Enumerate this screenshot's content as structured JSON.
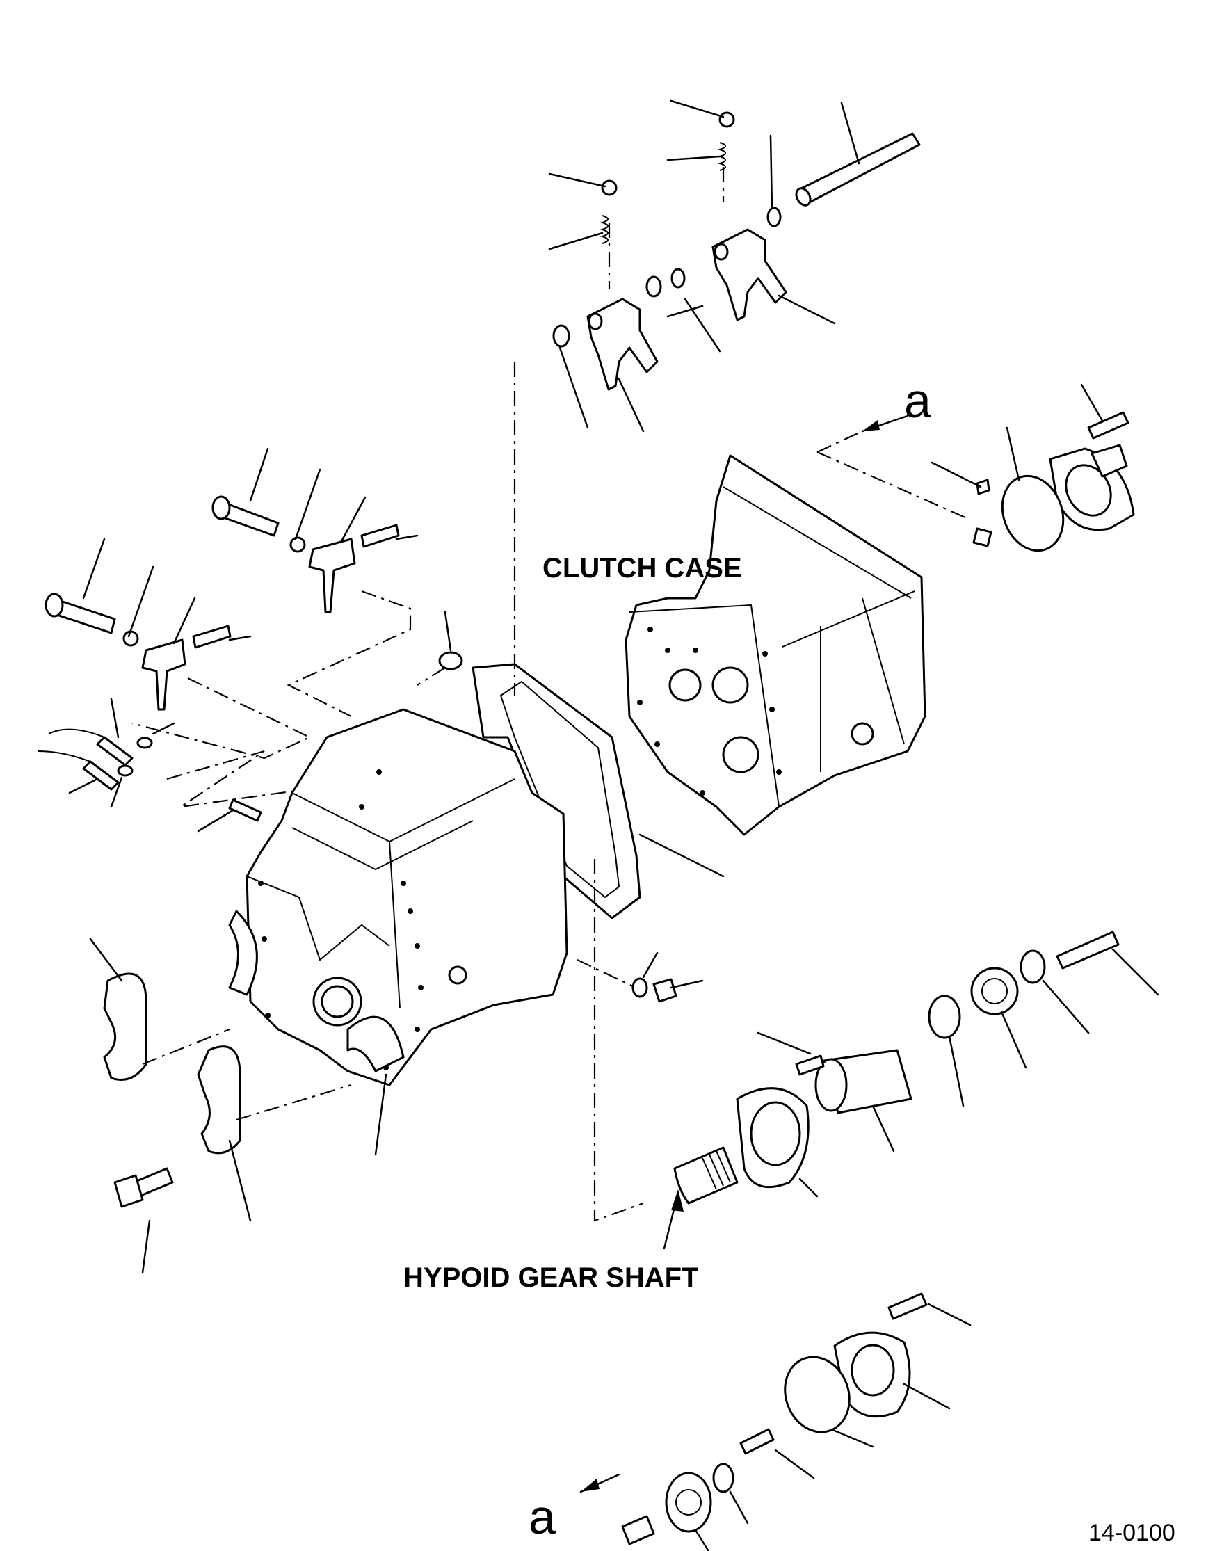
{
  "labels": {
    "clutch_case": "CLUTCH CASE",
    "hypoid_gear_shaft": "HYPOID GEAR SHAFT",
    "ref_top": "a",
    "ref_bottom": "a",
    "drawing_number": "14-0100"
  }
}
